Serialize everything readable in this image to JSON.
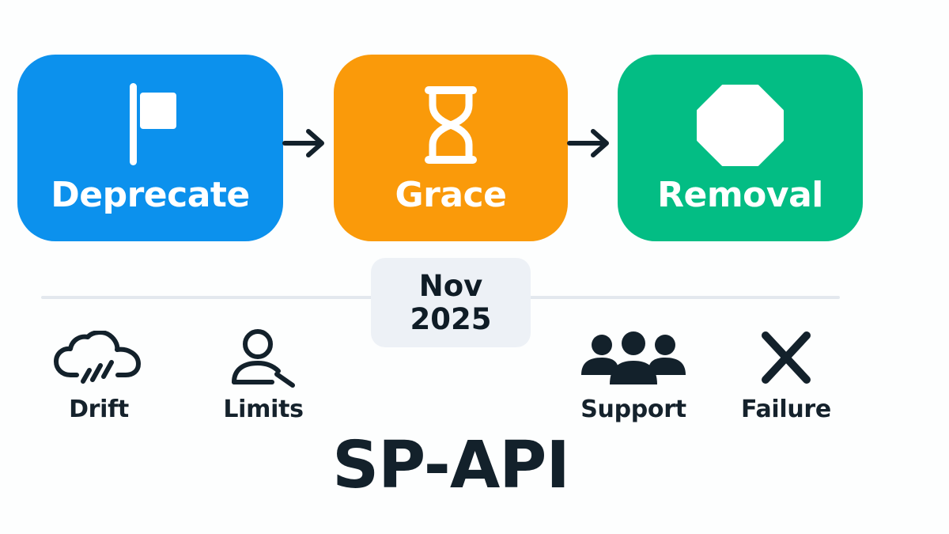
{
  "colors": {
    "deprecate": "#0c91ed",
    "grace": "#fa9a0a",
    "removal": "#03bd84",
    "ink": "#13212b",
    "badge": "#edf1f6",
    "timeline": "#e3e8ee"
  },
  "stages": [
    {
      "label": "Deprecate",
      "icon": "flag-icon"
    },
    {
      "label": "Grace",
      "icon": "hourglass-icon"
    },
    {
      "label": "Removal",
      "icon": "octagon-icon"
    }
  ],
  "timeline": {
    "date_line1": "Nov",
    "date_line2": "2025"
  },
  "risks": [
    {
      "label": "Drift",
      "icon": "cloud-rain-icon"
    },
    {
      "label": "Limits",
      "icon": "user-limit-icon"
    },
    {
      "label": "Support",
      "icon": "team-icon"
    },
    {
      "label": "Failure",
      "icon": "x-icon"
    }
  ],
  "title": "SP-API"
}
